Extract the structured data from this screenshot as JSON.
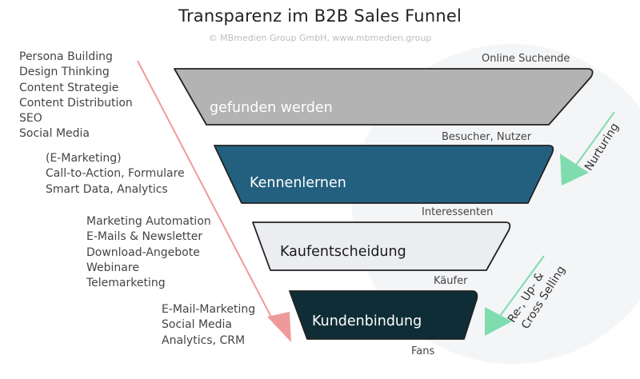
{
  "title": "Transparenz im B2B Sales Funnel",
  "copyright": "© MBmedien Group GmbH, www.mbmedien.group",
  "colors": {
    "stage1": "#b3b3b3",
    "stage2": "#23607f",
    "stage3": "#ebedf0",
    "stage4": "#0f2d36",
    "arrow_red": "#ef9a9a",
    "arrow_green": "#7fdcaf",
    "background_circle": "#f4f5f7"
  },
  "stages": [
    {
      "name": "gefunden werden",
      "top_label": "Online Suchende"
    },
    {
      "name": "Kennenlernen",
      "top_label": "Besucher, Nutzer"
    },
    {
      "name": "Kaufentscheidung",
      "top_label": "Interessenten"
    },
    {
      "name": "Kundenbindung",
      "top_label": "Käufer"
    }
  ],
  "bottom_label": "Fans",
  "left_groups": [
    {
      "lines": [
        "Persona Building",
        "Design Thinking",
        "Content Strategie",
        "Content Distribution",
        "SEO",
        "Social Media"
      ]
    },
    {
      "lines": [
        "(E-Marketing)",
        "Call-to-Action, Formulare",
        "Smart Data, Analytics"
      ]
    },
    {
      "lines": [
        "Marketing Automation",
        "E-Mails & Newsletter",
        "Download-Angebote",
        "Webinare",
        "Telemarketing"
      ]
    },
    {
      "lines": [
        "E-Mail-Marketing",
        "Social Media",
        "Analytics, CRM"
      ]
    }
  ],
  "side_labels": {
    "nurturing": "Nurturing",
    "cross_selling_line1": "Re-, Up- &",
    "cross_selling_line2": "Cross Selling"
  },
  "icons": {
    "red_arrow": "diagonal-down-arrow-icon",
    "nurturing_arrow": "down-left-arrow-icon",
    "cross_selling_arrow": "down-left-arrow-icon"
  }
}
